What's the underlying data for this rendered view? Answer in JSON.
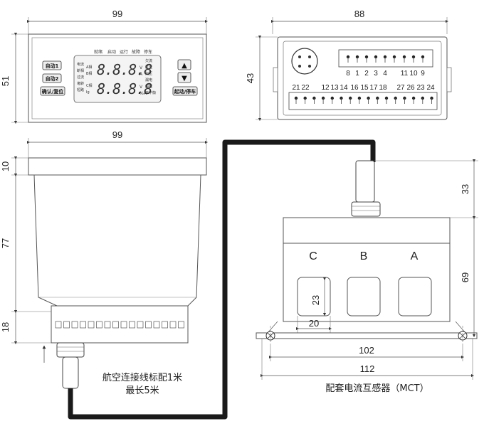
{
  "dimensions": {
    "front_width": "99",
    "front_height": "51",
    "rear_width": "88",
    "rear_height": "43",
    "side_width": "99",
    "side_flange": "10",
    "side_body": "77",
    "side_terminal": "18",
    "mct_top": "33",
    "mct_body": "69",
    "mct_window_h": "23",
    "mct_window_w": "20",
    "mct_inner": "102",
    "mct_outer": "112"
  },
  "front_panel": {
    "buttons": [
      "自动1",
      "自动2",
      "确认/复位",
      "起动/停车"
    ],
    "status_top": [
      "就绪",
      "启动",
      "运行",
      "故障",
      "停车"
    ],
    "left_labels_1": [
      "电流",
      "断相",
      "过流",
      "堵转",
      "短路"
    ],
    "left_labels_2": [
      "A相",
      "B相",
      "C相",
      "Ig"
    ],
    "right_labels": [
      "欠流",
      "过压",
      "欠压",
      "漏电",
      "超载",
      "不平衡"
    ],
    "display_1": "8.8.8.8",
    "display_2": "8.8.8.8",
    "unit_1": "V",
    "unit_2": "A",
    "unit_3": "V",
    "unit_4": "%A",
    "arrow_up": "▲",
    "arrow_down": "▼"
  },
  "rear_panel": {
    "top_terminals": [
      "8",
      "1",
      "2",
      "3",
      "4",
      "11",
      "10",
      "9"
    ],
    "bottom_terminals": [
      "21",
      "22",
      "12",
      "13",
      "14",
      "16",
      "15",
      "17",
      "18",
      "27",
      "26",
      "23",
      "24"
    ]
  },
  "mct": {
    "phases": [
      "C",
      "B",
      "A"
    ],
    "caption": "配套电流互感器（MCT）"
  },
  "cable": {
    "caption_line1": "航空连接线标配1米",
    "caption_line2": "最长5米"
  }
}
